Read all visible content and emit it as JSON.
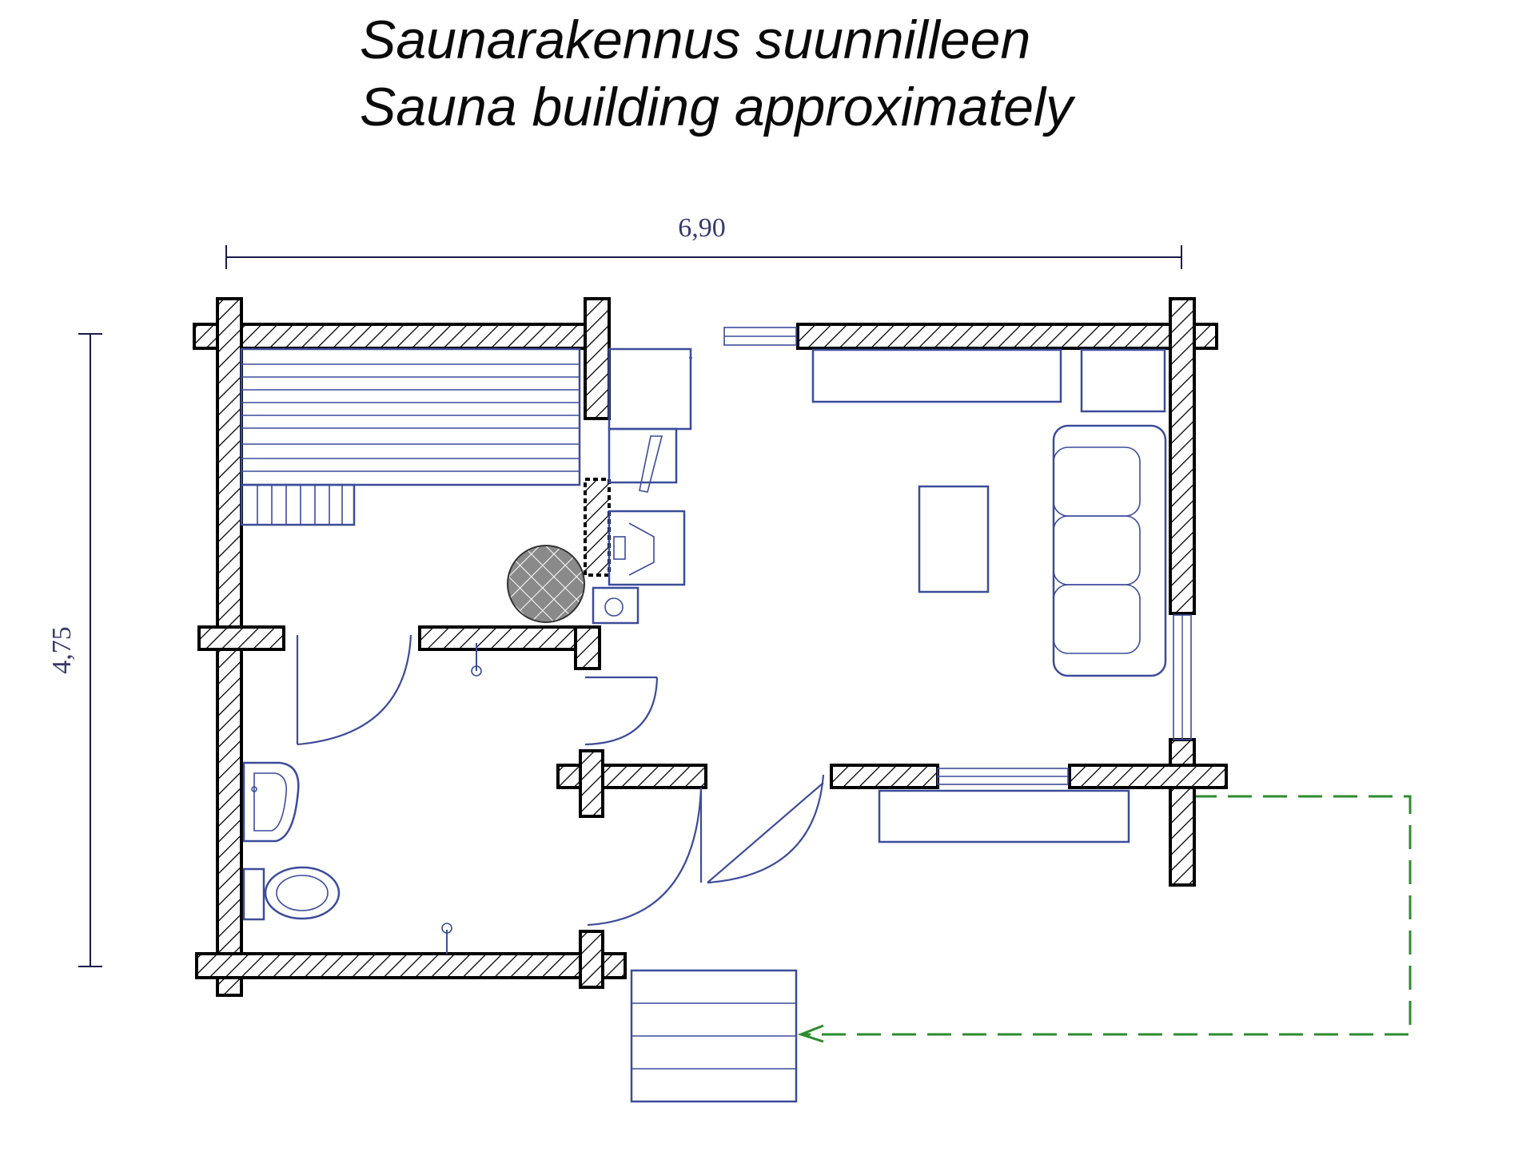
{
  "title": {
    "line_fi": "Saunarakennus suunnilleen",
    "line_en": "Sauna building approximately"
  },
  "dimensions": {
    "width_label": "6,90",
    "depth_label": "4,75"
  },
  "colors": {
    "wall_stroke": "#000000",
    "furniture": "#3c4c9a",
    "terrace": "#2e8b2e",
    "stove": "#8a8a8a"
  }
}
